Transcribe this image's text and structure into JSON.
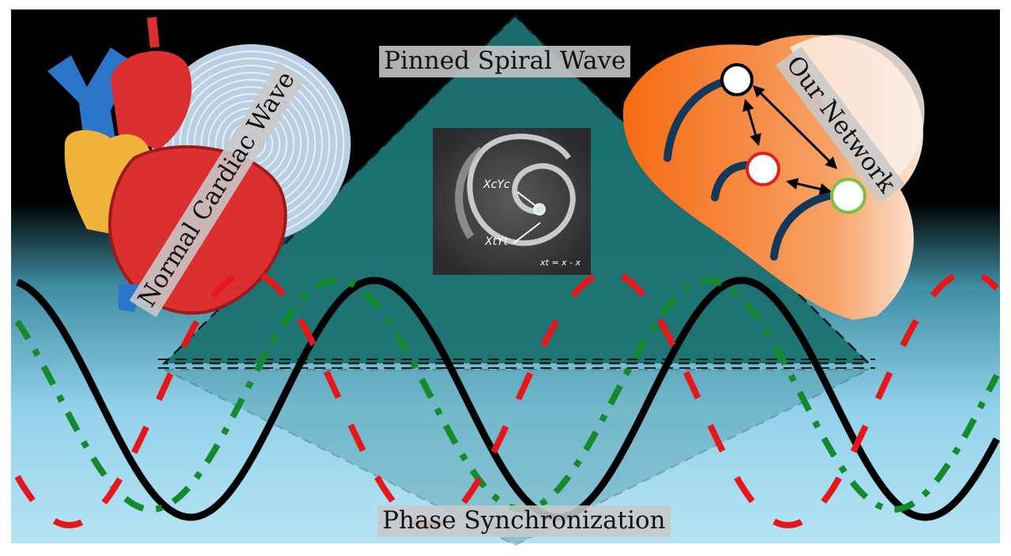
{
  "labels": {
    "top": "Pinned Spiral Wave",
    "left": "Normal Cardiac Wave",
    "right": "Our Network",
    "bottom": "Phase Synchronization"
  },
  "inset": {
    "label_center": "XcYc",
    "label_tip": "XtYt",
    "label_formula": "xt = x - x"
  },
  "colors": {
    "frame": "#ffffff",
    "background_top": "#000000",
    "background_bottom": "#a9dcef",
    "triangle": "#1d6b6b",
    "wave_black": "#000000",
    "wave_red": "#e8161b",
    "wave_green": "#138a2b",
    "heart_red": "#dc2f2f",
    "heart_blue": "#2a74c9",
    "heart_yellow": "#f0b33b",
    "network_orange": "#f27a27",
    "network_line": "#113355",
    "node_white": "#ffffff",
    "node_red": "#e01e1e",
    "node_green": "#7ac142"
  },
  "icons": [
    "heart-icon",
    "spiral-wave-icon",
    "network-blob-icon"
  ]
}
